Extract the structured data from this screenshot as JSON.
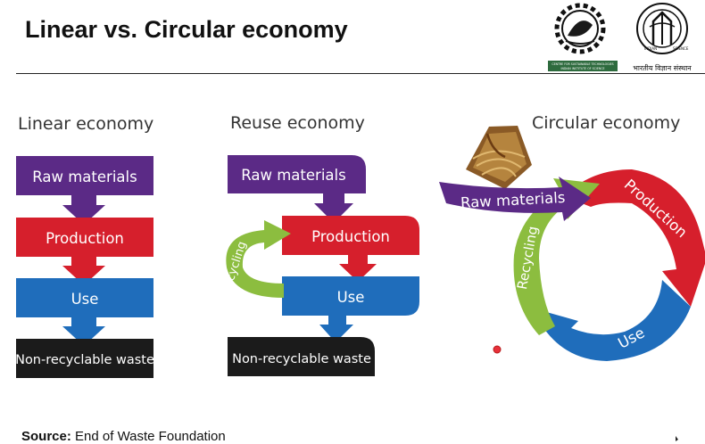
{
  "slide": {
    "title": "Linear vs. Circular economy"
  },
  "logos": {
    "left_caption_1": "CENTRE FOR SUSTAINABLE TECHNOLOGIES",
    "left_caption_2": "INDIAN INSTITUTE OF SCIENCE",
    "right_caption": "भारतीय विज्ञान संस्थान",
    "right_ring_left": "INDIAN",
    "right_ring_right": "SCIENCE"
  },
  "linear": {
    "title": "Linear economy",
    "steps": [
      "Raw materials",
      "Production",
      "Use",
      "Non-recyclable waste"
    ]
  },
  "reuse": {
    "title": "Reuse economy",
    "steps": [
      "Raw materials",
      "Production",
      "Use",
      "Non-recyclable waste"
    ],
    "loop_label": "Recycling"
  },
  "circular": {
    "title": "Circular economy",
    "raw_label": "Raw materials",
    "production_label": "Production",
    "use_label": "Use",
    "recycling_label": "Recycling"
  },
  "source": {
    "label": "Source:",
    "text": "End of Waste Foundation"
  },
  "colors": {
    "purple": "#5b2a86",
    "red": "#d61f2c",
    "blue": "#1f6dbb",
    "black": "#1b1b1b",
    "green": "#8cbd3f"
  }
}
